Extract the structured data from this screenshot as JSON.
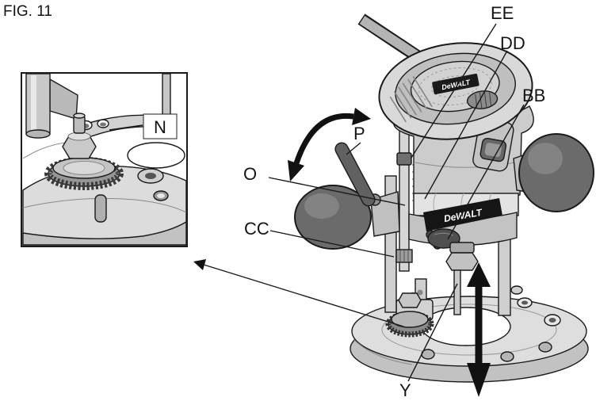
{
  "figure": {
    "title": "FIG. 11"
  },
  "brand": {
    "name": "DeWALT"
  },
  "callouts": {
    "ee": "EE",
    "dd": "DD",
    "bb": "BB",
    "p": "P",
    "o": "O",
    "cc": "CC",
    "y": "Y",
    "n": "N"
  },
  "icons": {
    "lever_rotation_arrow": "curved double-headed arrow showing plunge-lever rotation",
    "plunge_motion_arrow": "vertical double-headed arrow showing plunge travel",
    "inset_zoom_arrow": "arrow pointing from base mechanism to detail inset"
  },
  "colors": {
    "background": "#ffffff",
    "line": "#1a1a1a",
    "body_light": "#dedede",
    "body_mid": "#c6c6c6",
    "body_dark": "#8e8e8e",
    "knob_gray": "#6b6b6b",
    "badge_bg": "#161616",
    "badge_text": "#ffffff"
  }
}
